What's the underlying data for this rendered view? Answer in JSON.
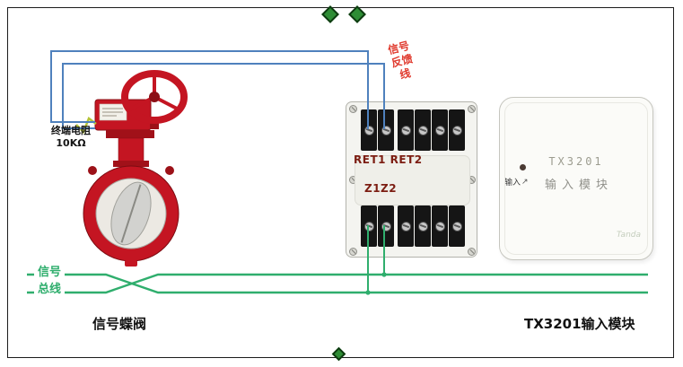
{
  "colors": {
    "wire_blue": "#4f81bd",
    "wire_green": "#2fae6d",
    "valve_red": "#c41522",
    "feedback_label_red": "#e03a2e",
    "terminal_label_maroon": "#7c1d12",
    "diamond_green": "#2e8d35"
  },
  "valve": {
    "caption": "信号蝶阀",
    "resistor_line1": "终端电阻",
    "resistor_line2": "10KΩ"
  },
  "feedback_label": {
    "line1": "信号",
    "line2": "反馈",
    "line3": "线"
  },
  "terminal_block": {
    "ret_label": "RET1 RET2",
    "z_label": "Z1Z2"
  },
  "bus": {
    "line1": "信号",
    "line2": "总线"
  },
  "module": {
    "title": "TX3201",
    "subtitle": "输入模块",
    "input_label": "输入",
    "input_arrow": "↗",
    "brand": "Tanda",
    "caption": "TX3201输入模块"
  }
}
